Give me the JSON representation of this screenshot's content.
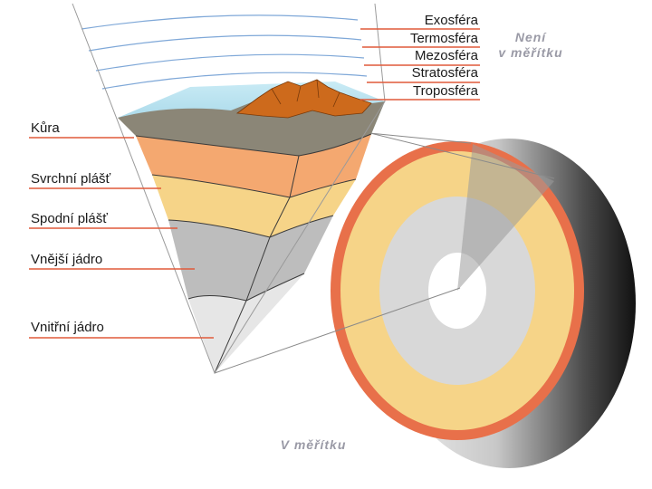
{
  "atmosphere_labels": {
    "exosphere": "Exosféra",
    "thermosphere": "Termosféra",
    "mesosphere": "Mezosféra",
    "stratosphere": "Stratosféra",
    "troposphere": "Troposféra"
  },
  "layer_labels": {
    "crust": "Kůra",
    "upper_mantle": "Svrchní plášť",
    "lower_mantle": "Spodní plášť",
    "outer_core": "Vnější jádro",
    "inner_core": "Vnitřní jádro"
  },
  "notes": {
    "not_to_scale_line1": "Není",
    "not_to_scale_line2": "v měřítku",
    "to_scale": "V měřítku"
  },
  "colors": {
    "crust": "#8b8677",
    "upper_mantle": "#f4a870",
    "lower_mantle": "#f6d488",
    "outer_core": "#bdbdbd",
    "inner_core": "#e6e6e6",
    "sky": "#a8d8e8",
    "mountains": "#cd6a1c",
    "leader_line": "#e05a3a",
    "globe_rim": "#e8704a"
  }
}
